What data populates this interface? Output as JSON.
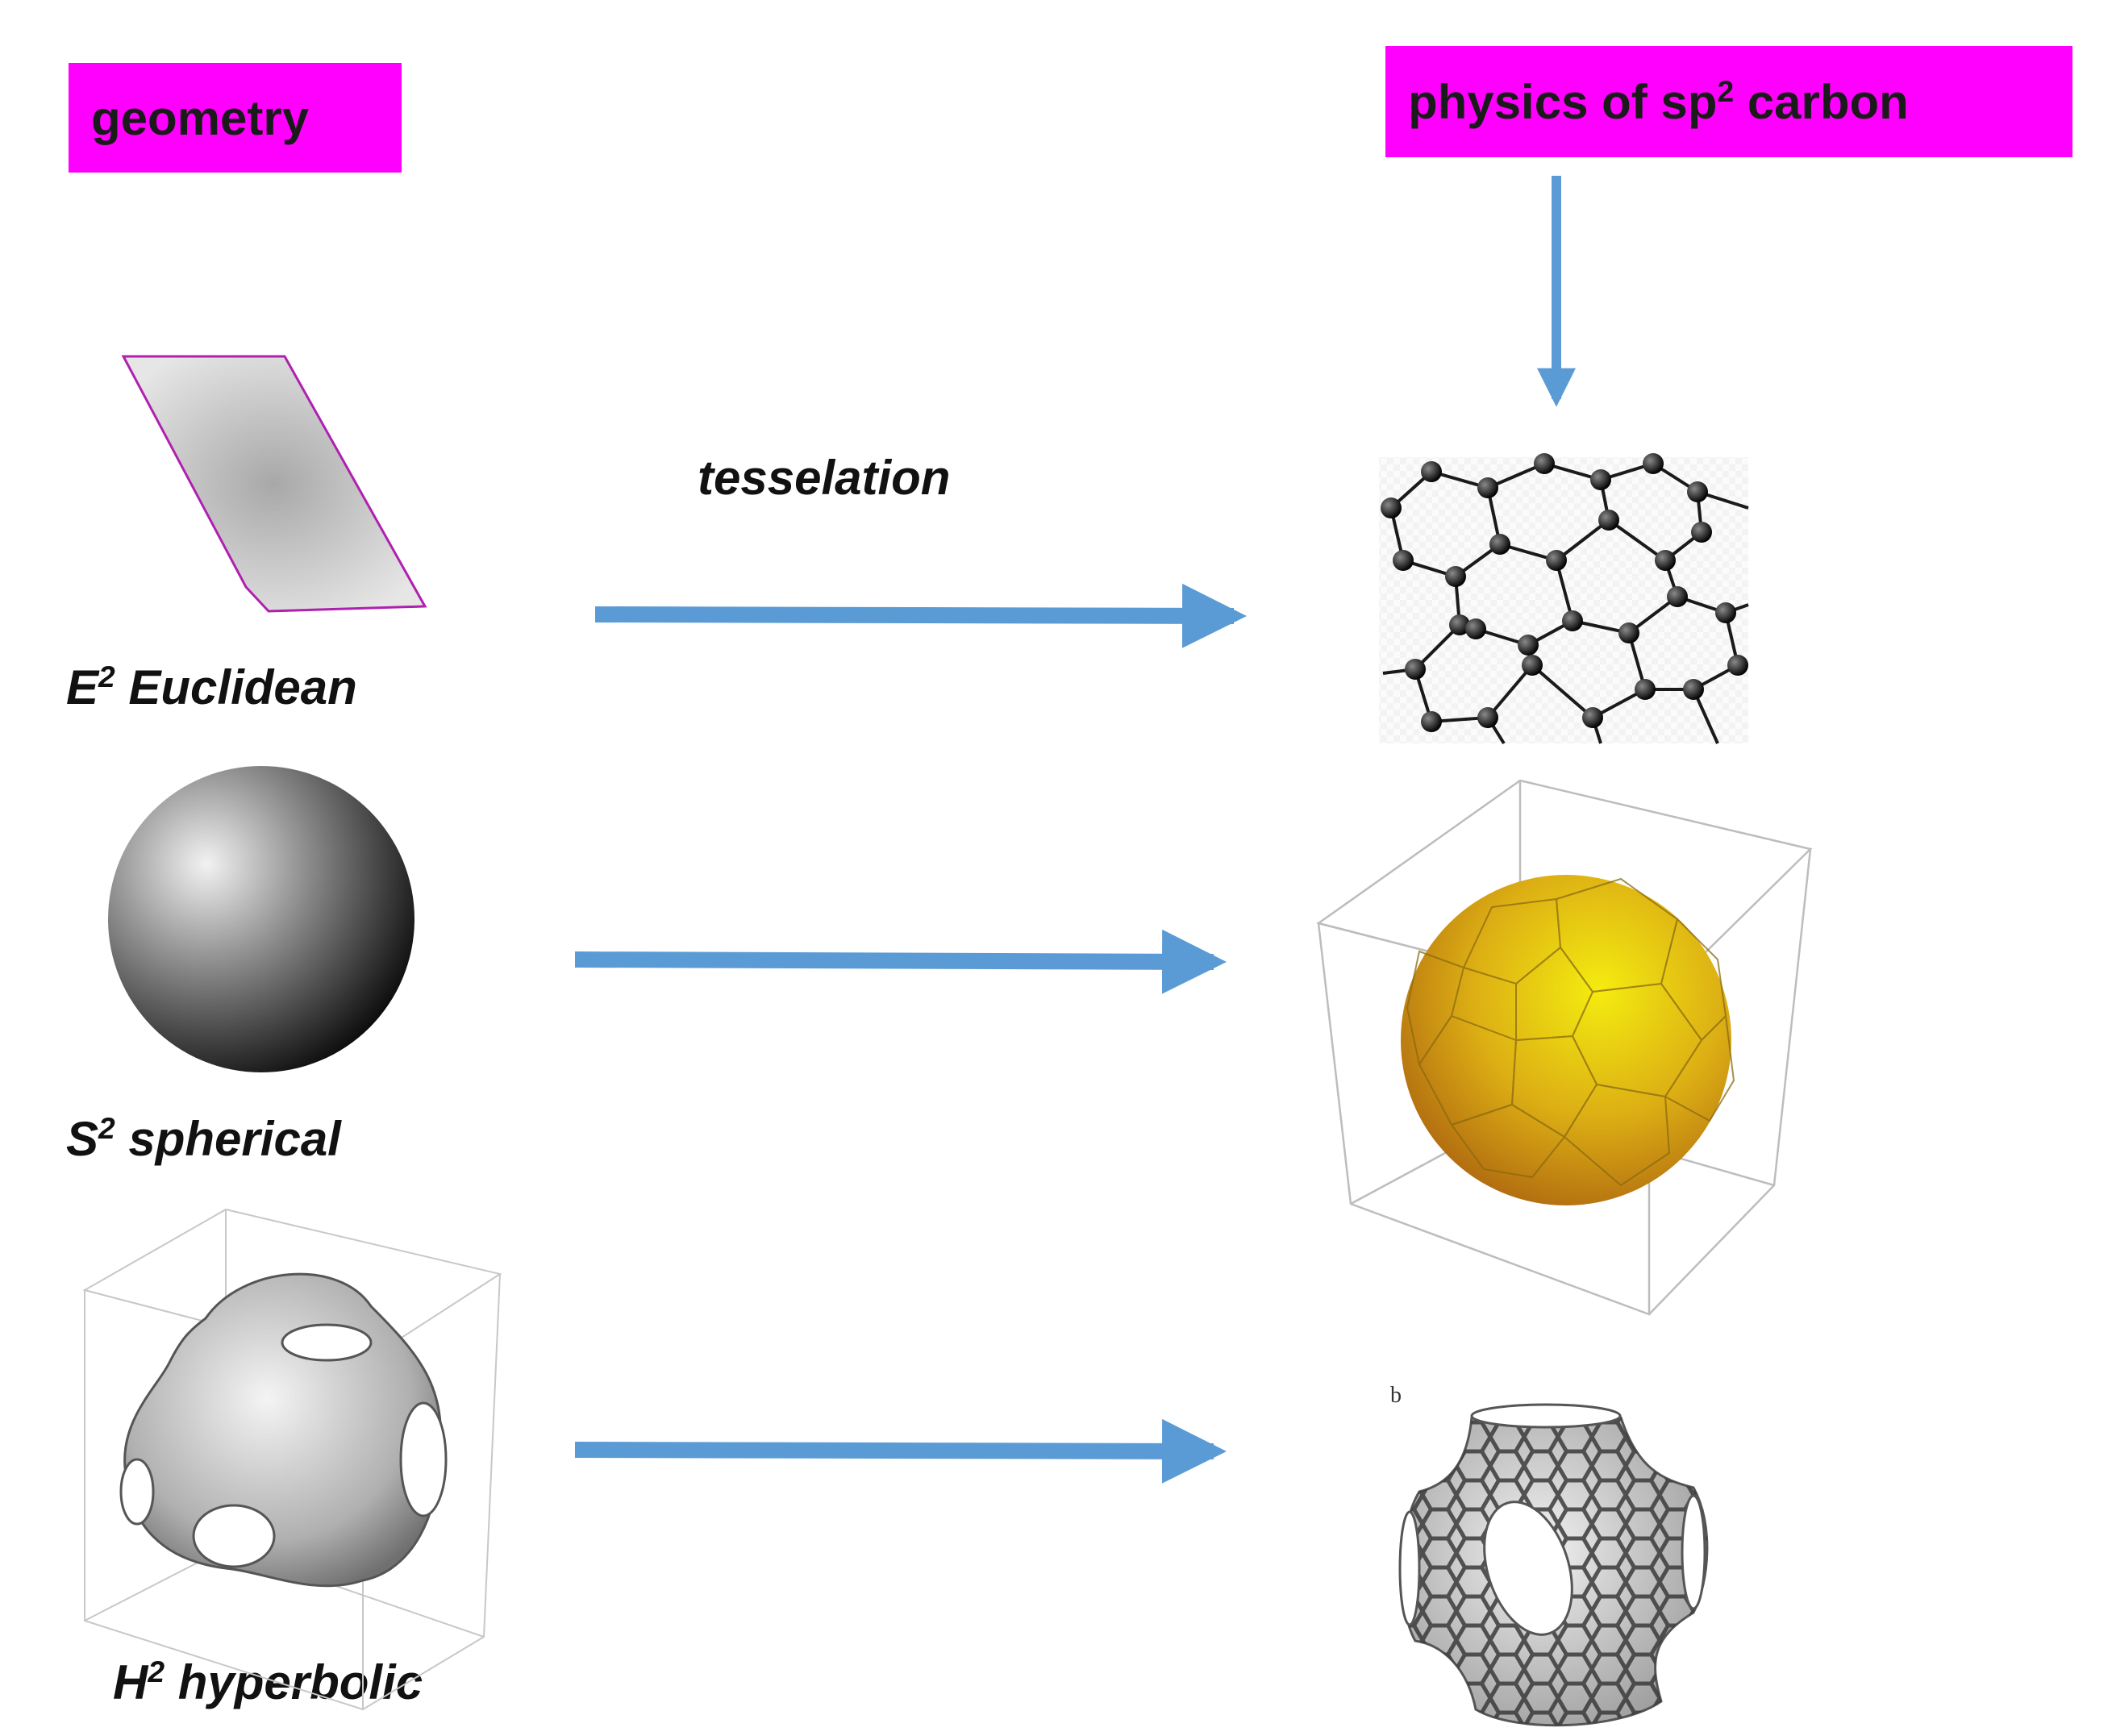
{
  "headers": {
    "geometry": "geometry",
    "physics_main": "physics  of sp",
    "physics_sup": "2",
    "physics_tail": " carbon"
  },
  "arrow_label": "tesselation",
  "rows": [
    {
      "sup": "2",
      "letter": "E",
      "name": " Euclidean"
    },
    {
      "sup": "2",
      "letter": "S",
      "name": " spherical"
    },
    {
      "sup": "2",
      "letter": "H",
      "name": " hyperbolic"
    }
  ],
  "panel_letter": "b",
  "colors": {
    "header": "#ff00ff",
    "arrow": "#5b9bd5",
    "fullerene": "#e6b400",
    "atom": "#1a1a1a"
  }
}
